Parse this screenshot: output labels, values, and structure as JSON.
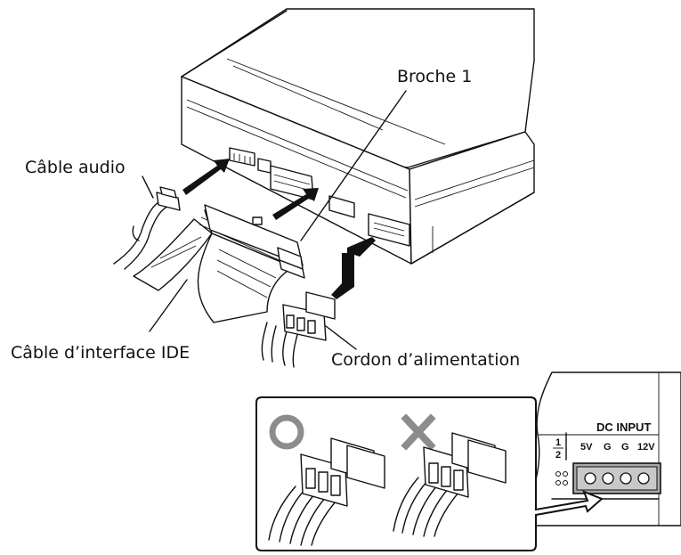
{
  "labels": {
    "audio_cable": "Câble audio",
    "pin1": "Broche 1",
    "ide_cable": "Câble d’interface IDE",
    "power_cord": "Cordon d’alimentation"
  },
  "inset": {
    "correct_mark": "O",
    "wrong_mark": "X",
    "panel_title": "DC INPUT",
    "jumper_top": "1",
    "jumper_bottom": "2",
    "pins": [
      "5V",
      "G",
      "G",
      "12V"
    ]
  },
  "colors": {
    "line": "#111111",
    "correct_mark": "#8c8c8c",
    "wrong_mark": "#8c8c8c",
    "connector_fill": "#a9a9a9"
  }
}
